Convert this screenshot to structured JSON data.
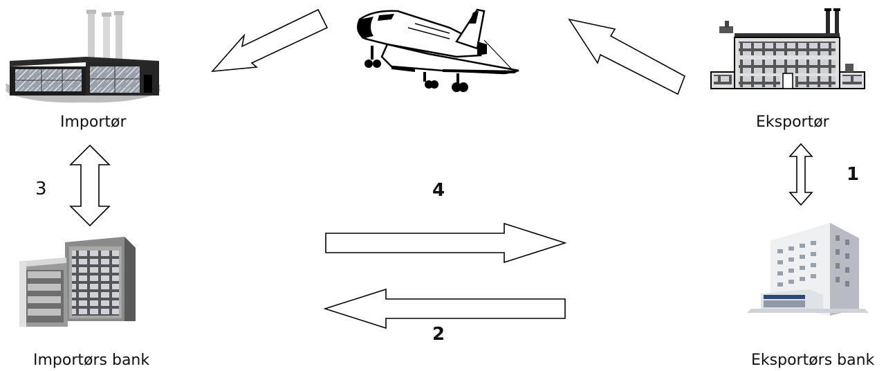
{
  "labels": {
    "importer": "Importør",
    "exporter": "Eksportør",
    "importer_bank": "Importørs bank",
    "exporter_bank": "Eksportørs bank"
  },
  "steps": {
    "one": "1",
    "two": "2",
    "three": "3",
    "four": "4"
  },
  "icons": {
    "importer": "factory-icon",
    "exporter": "factory-icon",
    "transport": "space-shuttle-icon",
    "importer_bank": "office-building-icon",
    "exporter_bank": "office-building-icon"
  }
}
